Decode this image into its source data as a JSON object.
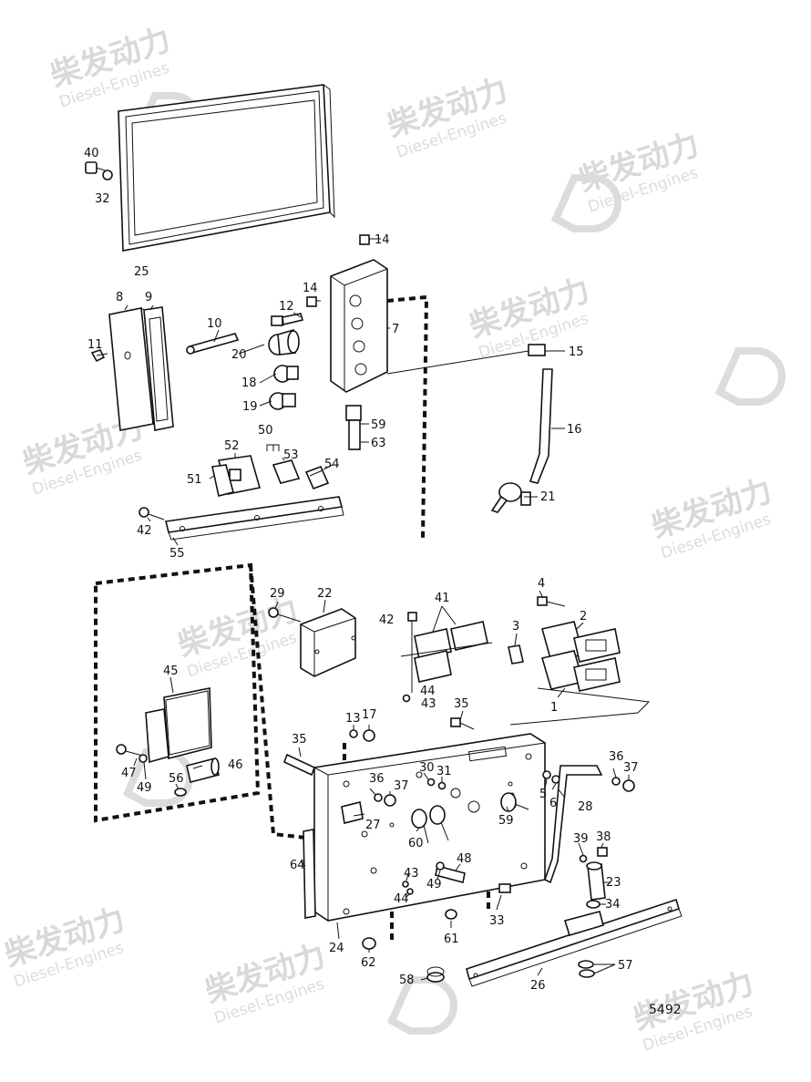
{
  "watermark": {
    "brand": "柴发动力",
    "subtitle": "Diesel-Engines",
    "logo_icon": "diesel-engines-logo-icon"
  },
  "drawing_number": "5492",
  "callouts": [
    {
      "id": "c40",
      "label": "40"
    },
    {
      "id": "c32",
      "label": "32"
    },
    {
      "id": "c25",
      "label": "25"
    },
    {
      "id": "c14a",
      "label": "14"
    },
    {
      "id": "c14b",
      "label": "14"
    },
    {
      "id": "c12",
      "label": "12"
    },
    {
      "id": "c8",
      "label": "8"
    },
    {
      "id": "c9",
      "label": "9"
    },
    {
      "id": "c10",
      "label": "10"
    },
    {
      "id": "c11",
      "label": "11"
    },
    {
      "id": "c20",
      "label": "20"
    },
    {
      "id": "c7",
      "label": "7"
    },
    {
      "id": "c18",
      "label": "18"
    },
    {
      "id": "c19",
      "label": "19"
    },
    {
      "id": "c15",
      "label": "15"
    },
    {
      "id": "c59a",
      "label": "59"
    },
    {
      "id": "c63",
      "label": "63"
    },
    {
      "id": "c50",
      "label": "50"
    },
    {
      "id": "c52",
      "label": "52"
    },
    {
      "id": "c53",
      "label": "53"
    },
    {
      "id": "c54",
      "label": "54"
    },
    {
      "id": "c51",
      "label": "51"
    },
    {
      "id": "c16",
      "label": "16"
    },
    {
      "id": "c21",
      "label": "21"
    },
    {
      "id": "c42a",
      "label": "42"
    },
    {
      "id": "c55",
      "label": "55"
    },
    {
      "id": "c29",
      "label": "29"
    },
    {
      "id": "c22",
      "label": "22"
    },
    {
      "id": "c41",
      "label": "41"
    },
    {
      "id": "c42b",
      "label": "42"
    },
    {
      "id": "c4",
      "label": "4"
    },
    {
      "id": "c2",
      "label": "2"
    },
    {
      "id": "c3",
      "label": "3"
    },
    {
      "id": "c44a",
      "label": "44"
    },
    {
      "id": "c43a",
      "label": "43"
    },
    {
      "id": "c1",
      "label": "1"
    },
    {
      "id": "c45",
      "label": "45"
    },
    {
      "id": "c35a",
      "label": "35"
    },
    {
      "id": "c13",
      "label": "13"
    },
    {
      "id": "c17",
      "label": "17"
    },
    {
      "id": "c35b",
      "label": "35"
    },
    {
      "id": "c30",
      "label": "30"
    },
    {
      "id": "c31",
      "label": "31"
    },
    {
      "id": "c36a",
      "label": "36"
    },
    {
      "id": "c37a",
      "label": "37"
    },
    {
      "id": "c36b",
      "label": "36"
    },
    {
      "id": "c37b",
      "label": "37"
    },
    {
      "id": "c47",
      "label": "47"
    },
    {
      "id": "c49a",
      "label": "49"
    },
    {
      "id": "c46",
      "label": "46"
    },
    {
      "id": "c56",
      "label": "56"
    },
    {
      "id": "c5",
      "label": "5"
    },
    {
      "id": "c6",
      "label": "6"
    },
    {
      "id": "c28",
      "label": "28"
    },
    {
      "id": "c27",
      "label": "27"
    },
    {
      "id": "c60",
      "label": "60"
    },
    {
      "id": "c59b",
      "label": "59"
    },
    {
      "id": "c39",
      "label": "39"
    },
    {
      "id": "c38",
      "label": "38"
    },
    {
      "id": "c64",
      "label": "64"
    },
    {
      "id": "c48",
      "label": "48"
    },
    {
      "id": "c43b",
      "label": "43"
    },
    {
      "id": "c49b",
      "label": "49"
    },
    {
      "id": "c23",
      "label": "23"
    },
    {
      "id": "c44b",
      "label": "44"
    },
    {
      "id": "c33",
      "label": "33"
    },
    {
      "id": "c34",
      "label": "34"
    },
    {
      "id": "c61",
      "label": "61"
    },
    {
      "id": "c24",
      "label": "24"
    },
    {
      "id": "c62",
      "label": "62"
    },
    {
      "id": "c57",
      "label": "57"
    },
    {
      "id": "c58",
      "label": "58"
    },
    {
      "id": "c26",
      "label": "26"
    }
  ]
}
